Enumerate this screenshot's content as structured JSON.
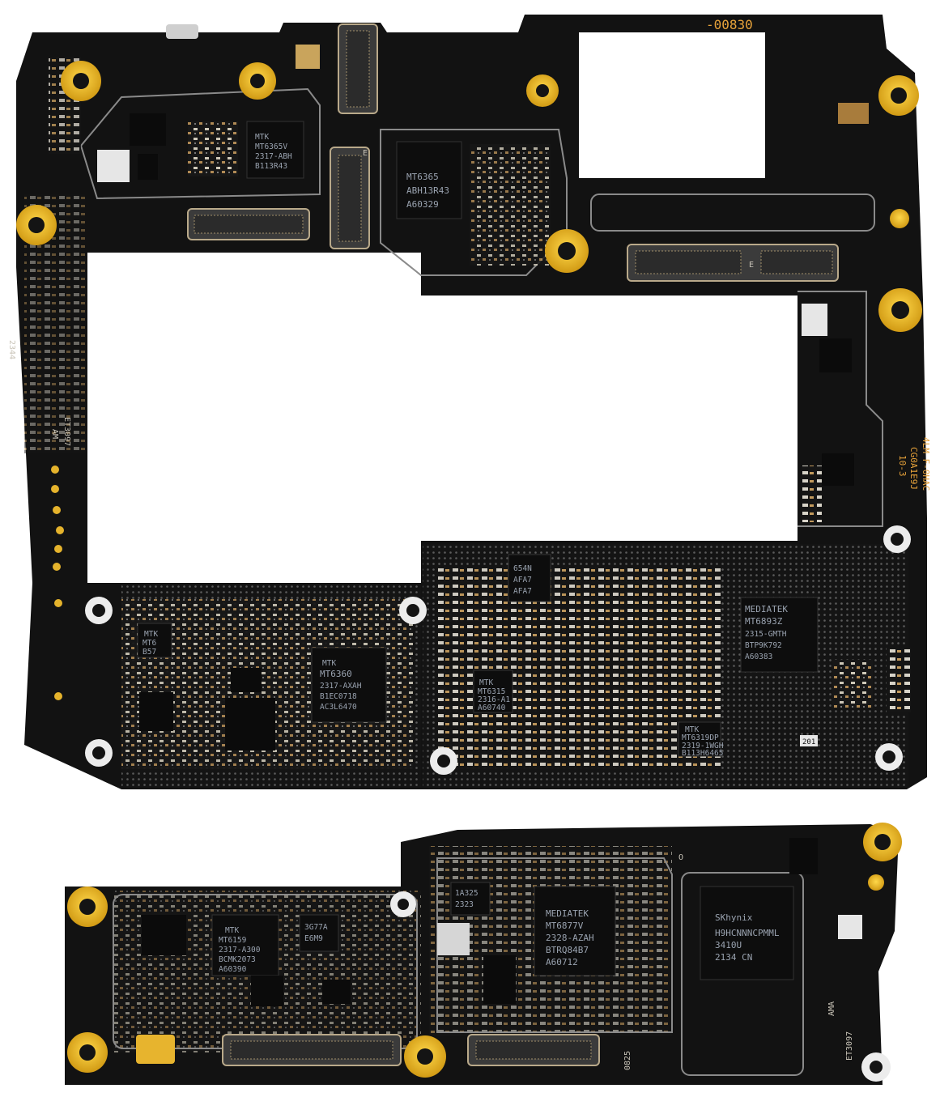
{
  "board_top": {
    "marks": {
      "part_no": "-00830",
      "left_code": "2344",
      "left_label_1": "ET3097",
      "left_label_2": "AM",
      "right_label_1": "4LM F-0HAC",
      "right_label_2": "CG0A1E9J",
      "right_label_3": "10-3",
      "conn_e1": "E",
      "conn_e2": "E",
      "small_201": "201"
    },
    "chips": {
      "pmic_a": [
        "MTK",
        "MT6365V",
        "2317-ABH",
        "B113R43"
      ],
      "rf_transceiver": [
        "MT6365",
        "ABH13R43",
        "A60329"
      ],
      "pmic_b": [
        "MTK",
        "MT6360",
        "2317-AXAH",
        "B1EC0718",
        "AC3L6470"
      ],
      "pmic_c": [
        "MTK",
        "MT6315",
        "2316-A1",
        "A60740"
      ],
      "sensor_hub": [
        "MTK",
        "MT6319DP",
        "2319-1WGH",
        "B113H6465"
      ],
      "small_ic": [
        "654N",
        "AFA7",
        "AFA7"
      ],
      "modem": [
        "MEDIATEK",
        "MT6893Z",
        "2315-GMTH",
        "BTP9K792",
        "A60383"
      ],
      "mtk_small": [
        "MTK",
        "MT6",
        "B57"
      ]
    }
  },
  "board_bottom": {
    "marks": {
      "label_right_1": "AMA",
      "label_right_2": "ET3097",
      "code_0825": "0825",
      "mark_o": "O"
    },
    "chips": {
      "pmic_d": [
        "MTK",
        "MT6159",
        "2317-A300",
        "BCMK2073",
        "A60390"
      ],
      "small_a": [
        "3G77A",
        "E6M9"
      ],
      "small_b": [
        "1A325",
        "2323"
      ],
      "soc": [
        "MEDIATEK",
        "MT6877V",
        "2328-AZAH",
        "BTRQ84B7",
        "A60712"
      ],
      "memory": [
        "SKhynix",
        "H9HCNNNCPMML",
        "3410U",
        "2134 CN"
      ]
    }
  }
}
